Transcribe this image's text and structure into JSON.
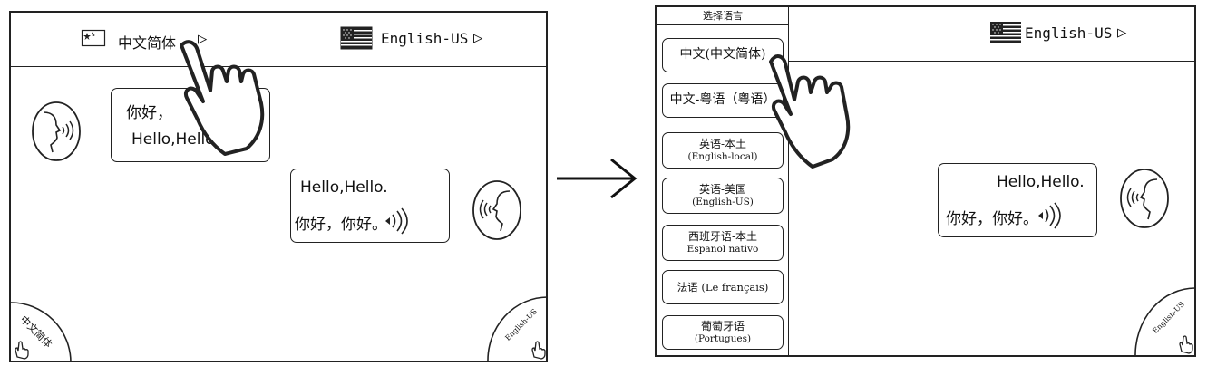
{
  "left_screen": {
    "source_lang": {
      "label": "中文简体",
      "caret": "▷"
    },
    "target_lang": {
      "label": "English-US",
      "caret": "▷"
    },
    "bubble_left": {
      "line1": "你好，",
      "line2": "Hello,Hello."
    },
    "bubble_right": {
      "line1": "Hello,Hello.",
      "line2": "你好，你好。"
    },
    "corner_left": {
      "label": "中文简体"
    },
    "corner_right": {
      "label": "English-US"
    }
  },
  "right_screen": {
    "menu_title": "选择语言",
    "language_options": [
      {
        "line1": "中文(中文简体)",
        "line2": ""
      },
      {
        "line1": "中文-粤语（粤语）",
        "line2": ""
      },
      {
        "line1": "英语-本土",
        "line2": "(English-local)"
      },
      {
        "line1": "英语-美国",
        "line2": "(English-US)"
      },
      {
        "line1": "西班牙语-本土",
        "line2": "Espanol nativo"
      },
      {
        "line1": "法语 (Le français)",
        "line2": ""
      },
      {
        "line1": "葡萄牙语",
        "line2": "(Portugues)"
      }
    ],
    "target_lang": {
      "label": "English-US",
      "caret": "▷"
    },
    "bubble_right": {
      "line1": "Hello,Hello.",
      "line2": "你好，你好。"
    },
    "corner_right": {
      "label": "English-US"
    }
  },
  "icons": {
    "transition_arrow": "right-arrow-icon",
    "tap_gesture": "pointing-hand-icon",
    "speaker": "speaking-head-icon",
    "audio": "sound-wave-icon"
  }
}
